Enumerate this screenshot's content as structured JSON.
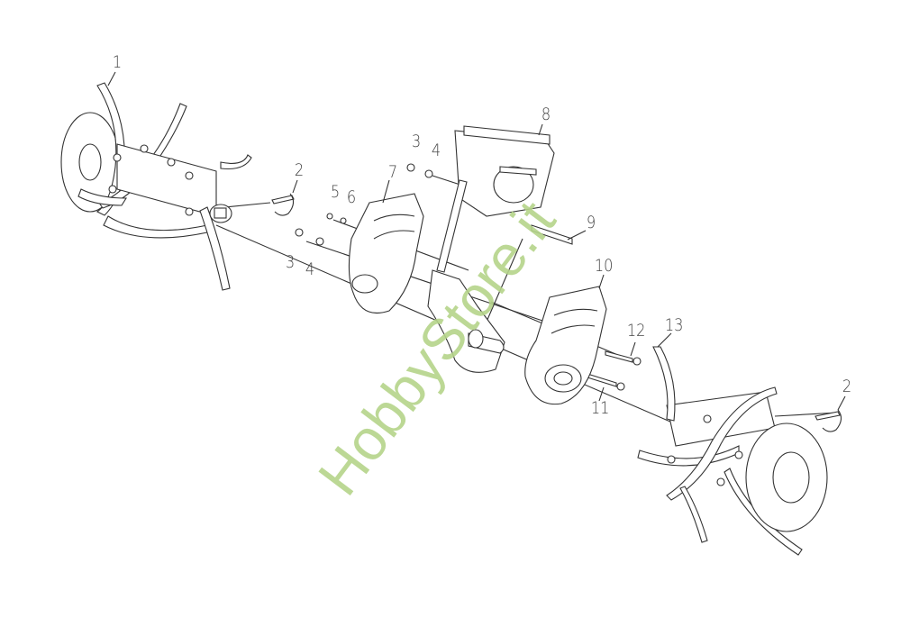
{
  "labels": [
    "1",
    "2",
    "3",
    "4",
    "5",
    "6",
    "7",
    "8",
    "9",
    "10",
    "11",
    "12",
    "13",
    "2",
    "3",
    "4"
  ],
  "watermark": "HobbyStore.it",
  "colors": {
    "line": "#333333",
    "watermark": "#b5d48a"
  }
}
